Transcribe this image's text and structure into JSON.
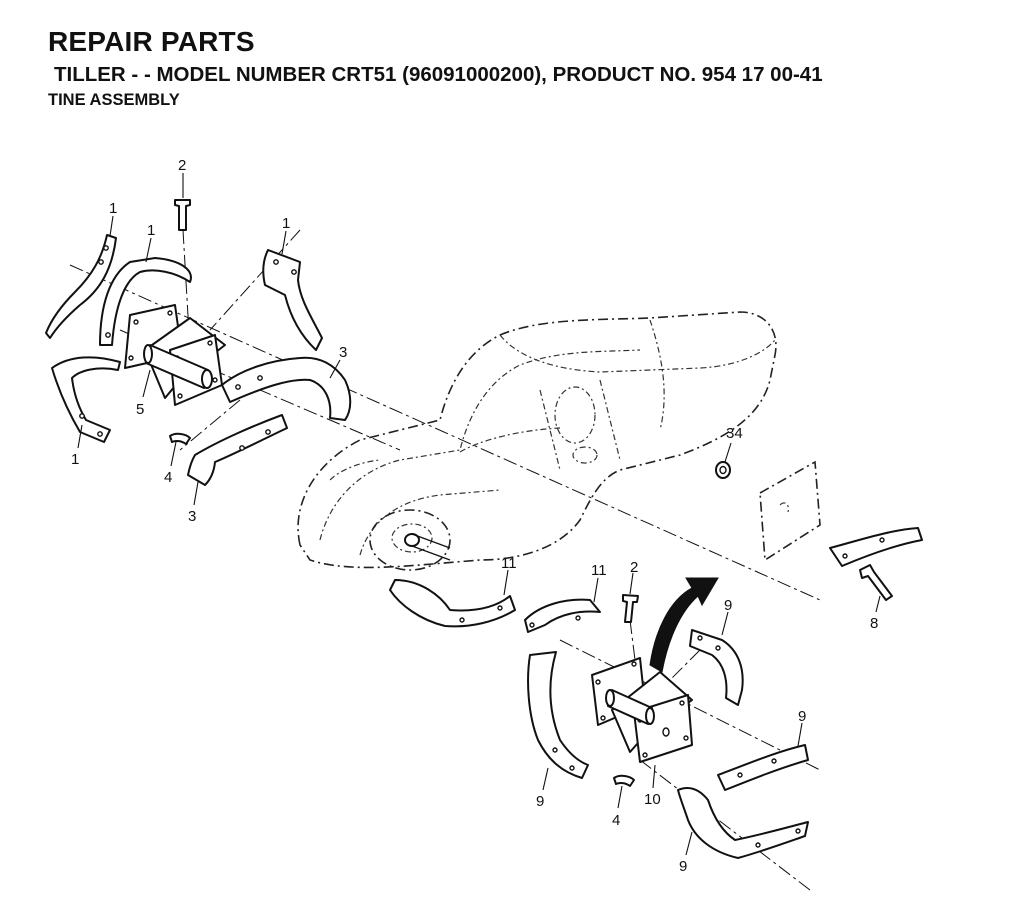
{
  "header": {
    "title": "REPAIR PARTS",
    "subtitle": "TILLER - - MODEL NUMBER CRT51 (96091000200), PRODUCT NO. 954 17 00-41",
    "section": "TINE ASSEMBLY"
  },
  "callouts": {
    "c1a": "1",
    "c1b": "1",
    "c1c": "1",
    "c1d": "1",
    "c2a": "2",
    "c2b": "2",
    "c3a": "3",
    "c3b": "3",
    "c4a": "4",
    "c4b": "4",
    "c5": "5",
    "c8": "8",
    "c9a": "9",
    "c9b": "9",
    "c9c": "9",
    "c9d": "9",
    "c10": "10",
    "c11a": "11",
    "c11b": "11",
    "c34": "34"
  }
}
